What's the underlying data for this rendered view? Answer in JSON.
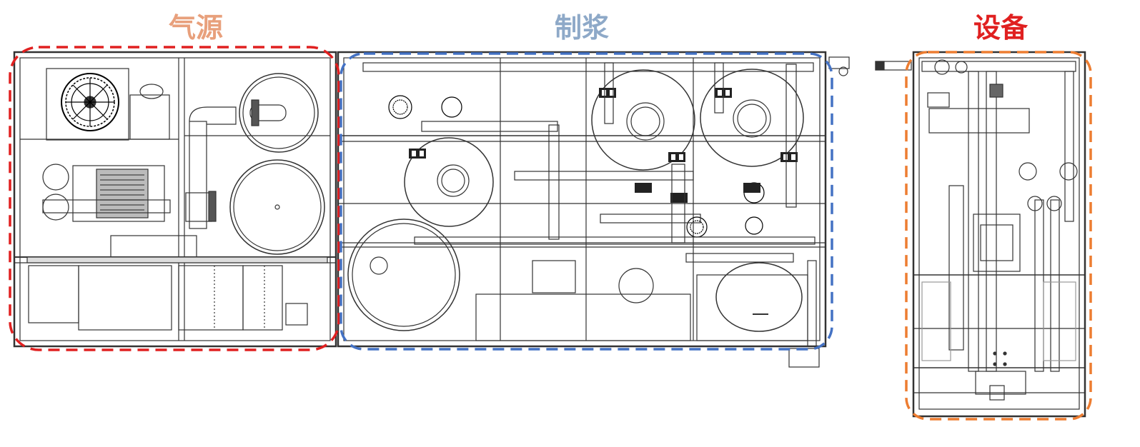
{
  "sections": {
    "gas_source": {
      "label": "气源",
      "color": "#e8a07c",
      "frame_color": "#e02020"
    },
    "slurry": {
      "label": "制浆",
      "color": "#8ea9c8",
      "frame_color": "#4472c4"
    },
    "equipment": {
      "label": "设备",
      "color": "#e02020",
      "frame_color": "#ed7d31"
    }
  }
}
